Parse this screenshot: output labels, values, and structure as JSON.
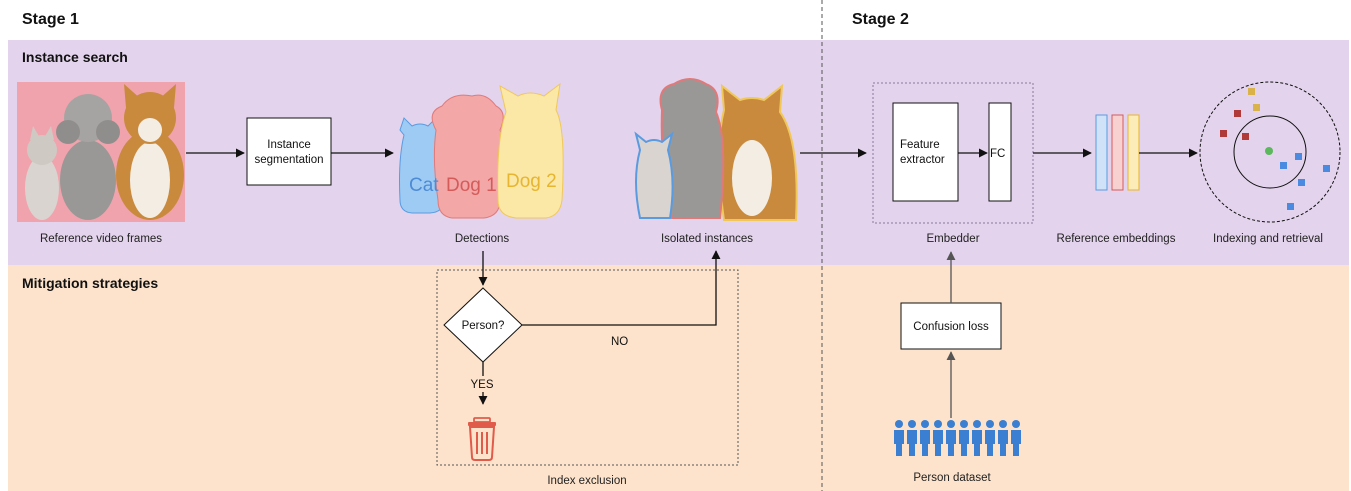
{
  "stages": {
    "stage1": "Stage 1",
    "stage2": "Stage 2"
  },
  "sections": {
    "instance_search": "Instance search",
    "mitigation": "Mitigation strategies"
  },
  "boxes": {
    "segmentation_line1": "Instance",
    "segmentation_line2": "segmentation",
    "feature_line1": "Feature",
    "feature_line2": "extractor",
    "fc": "FC",
    "confusion": "Confusion loss",
    "decision": "Person?"
  },
  "labels": {
    "cat": "Cat",
    "dog1": "Dog 1",
    "dog2": "Dog 2",
    "yes": "YES",
    "no": "NO"
  },
  "captions": {
    "reference_frames": "Reference video frames",
    "detections": "Detections",
    "isolated": "Isolated instances",
    "embedder": "Embedder",
    "reference_embeddings": "Reference embeddings",
    "indexing": "Indexing and retrieval",
    "index_exclusion": "Index exclusion",
    "person_dataset": "Person dataset"
  },
  "colors": {
    "instance_search_bg": "#e3d3ec",
    "mitigation_bg": "#fde3cb",
    "photo_bg": "#f1a3ad",
    "cat": "#9ecbf3",
    "dog1": "#f3a7a7",
    "dog2": "#fbe8a6",
    "person": "#3a7fd1",
    "trash": "#e15b4a"
  },
  "icons": {
    "trash": "trash-icon",
    "person": "person-icon"
  }
}
